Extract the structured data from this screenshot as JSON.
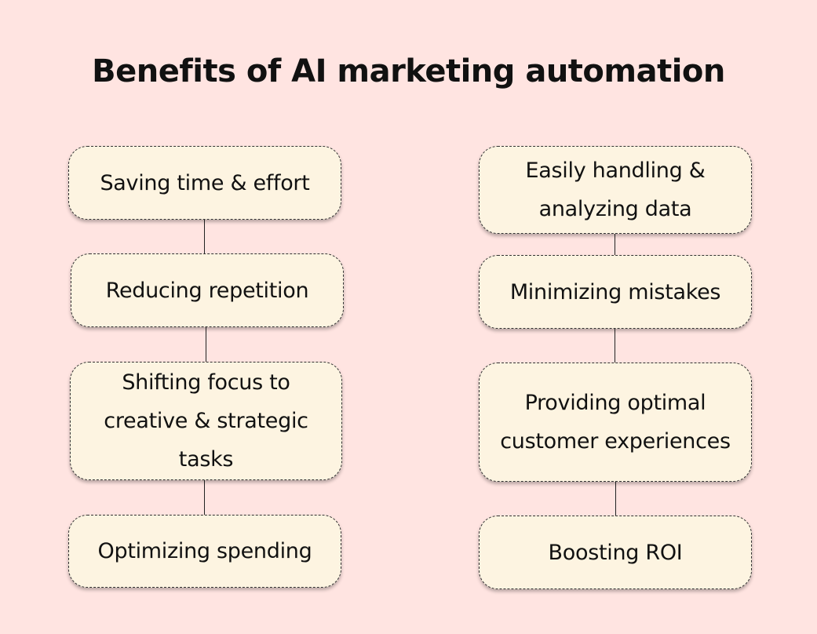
{
  "title": "Benefits of AI marketing automation",
  "left_column": [
    {
      "label": "Saving time & effort"
    },
    {
      "label": "Reducing repetition"
    },
    {
      "label": "Shifting focus to\ncreative & strategic\ntasks"
    },
    {
      "label": "Optimizing spending"
    }
  ],
  "right_column": [
    {
      "label": "Easily handling &\nanalyzing data"
    },
    {
      "label": "Minimizing  mistakes"
    },
    {
      "label": "Providing optimal\ncustomer experiences"
    },
    {
      "label": "Boosting ROI"
    }
  ],
  "colors": {
    "background": "#ffe4e1",
    "box_fill": "#fdf4e1",
    "box_border": "#333333",
    "text": "#111111"
  }
}
